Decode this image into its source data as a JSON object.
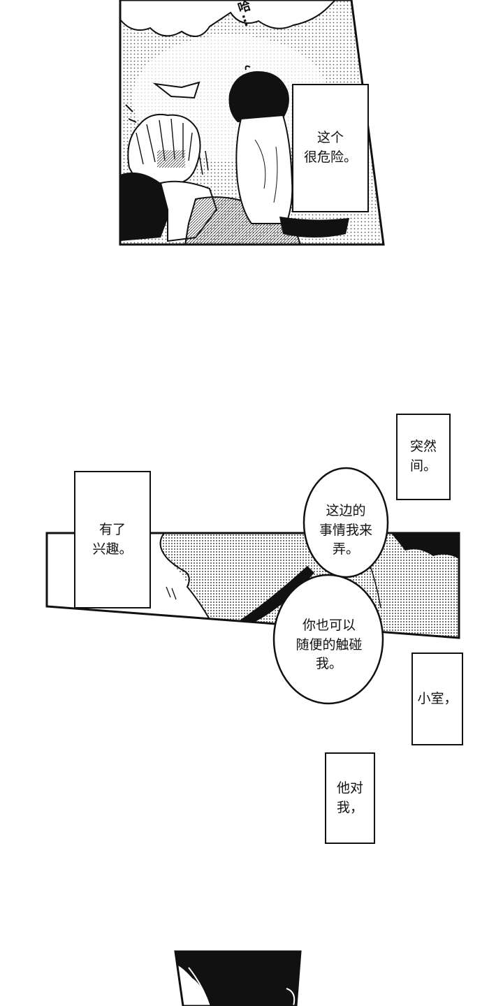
{
  "panel1": {
    "sfx": "哈…",
    "caption": "这个\n很危险。"
  },
  "panel2": {
    "caption_top": "突然间。",
    "caption_left": "有了\n兴趣。",
    "bubble_top": "这边的\n事情我来\n弄。",
    "bubble_bottom": "你也可以\n随便的触碰\n我。",
    "caption_right": "小室，",
    "caption_bottom": "他对\n我，"
  }
}
